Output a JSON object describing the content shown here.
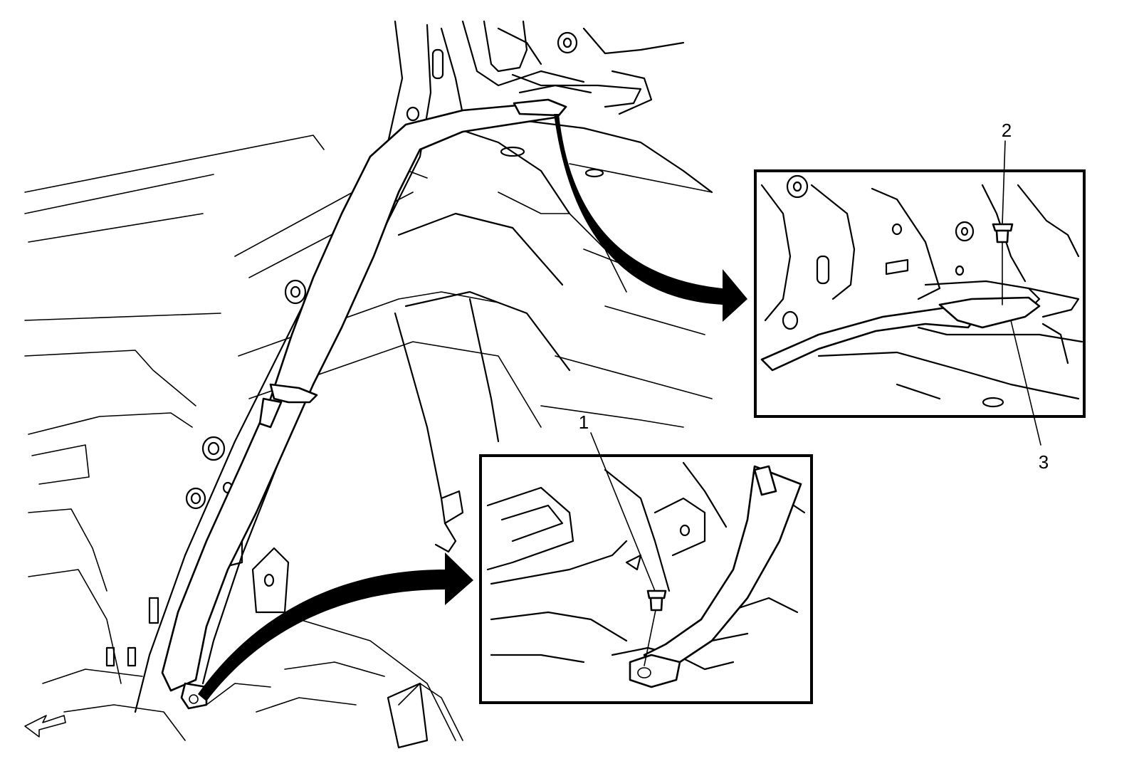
{
  "figure": {
    "callouts": [
      {
        "number": "1",
        "meaning": "bolt-lower-anchor"
      },
      {
        "number": "2",
        "meaning": "bolt-upper-anchor"
      },
      {
        "number": "3",
        "meaning": "seat-belt-upper-anchor-plate"
      }
    ],
    "colors": {
      "ink": "#000000",
      "paper": "#ffffff"
    },
    "icons": [
      "forward-direction-arrow",
      "detail-arrow-upper",
      "detail-arrow-lower",
      "bolt-icon"
    ]
  }
}
